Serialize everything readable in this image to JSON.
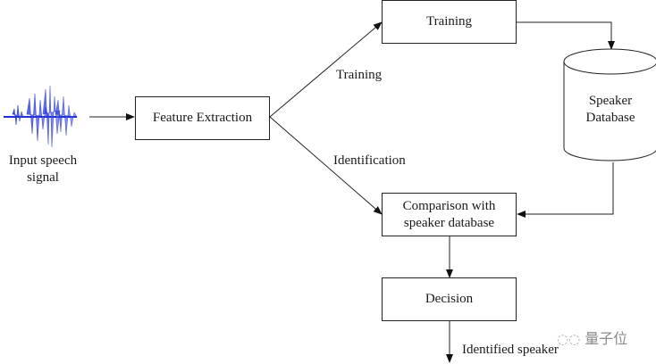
{
  "diagram": {
    "input": {
      "label_line1": "Input speech",
      "label_line2": "signal"
    },
    "nodes": {
      "feature_extraction": "Feature Extraction",
      "training": "Training",
      "speaker_database_line1": "Speaker",
      "speaker_database_line2": "Database",
      "comparison_line1": "Comparison with",
      "comparison_line2": "speaker database",
      "decision": "Decision"
    },
    "edge_labels": {
      "training": "Training",
      "identification": "Identification",
      "output": "Identified speaker"
    },
    "colors": {
      "waveform": "#1f2fd6",
      "line": "#222222"
    }
  },
  "watermark": {
    "text": "量子位",
    "icon": "wechat-icon"
  }
}
